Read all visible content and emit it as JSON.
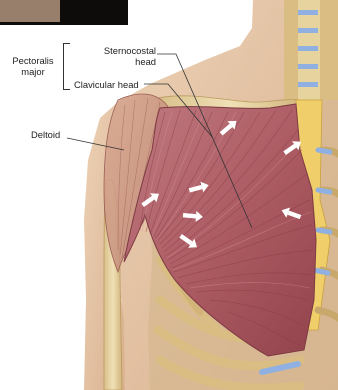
{
  "labels": {
    "pectoralis_major": "Pectoralis\nmajor",
    "sternocostal_head": "Sternocostal\nhead",
    "clavicular_head": "Clavicular head",
    "deltoid": "Deltoid"
  },
  "colors": {
    "skin": "#e3c2a1",
    "skin_shadow": "#caa07e",
    "muscle": "#b5646a",
    "muscle_dark": "#8f3f48",
    "bone": "#e9d6a8",
    "bone_dark": "#c7ab74",
    "cartilage": "#8fb0e0",
    "sternum": "#f2d06e",
    "arrow": "#ffffff",
    "leader_line": "#333333"
  },
  "icons": {
    "direction_arrows": "white-arrow-icons"
  }
}
